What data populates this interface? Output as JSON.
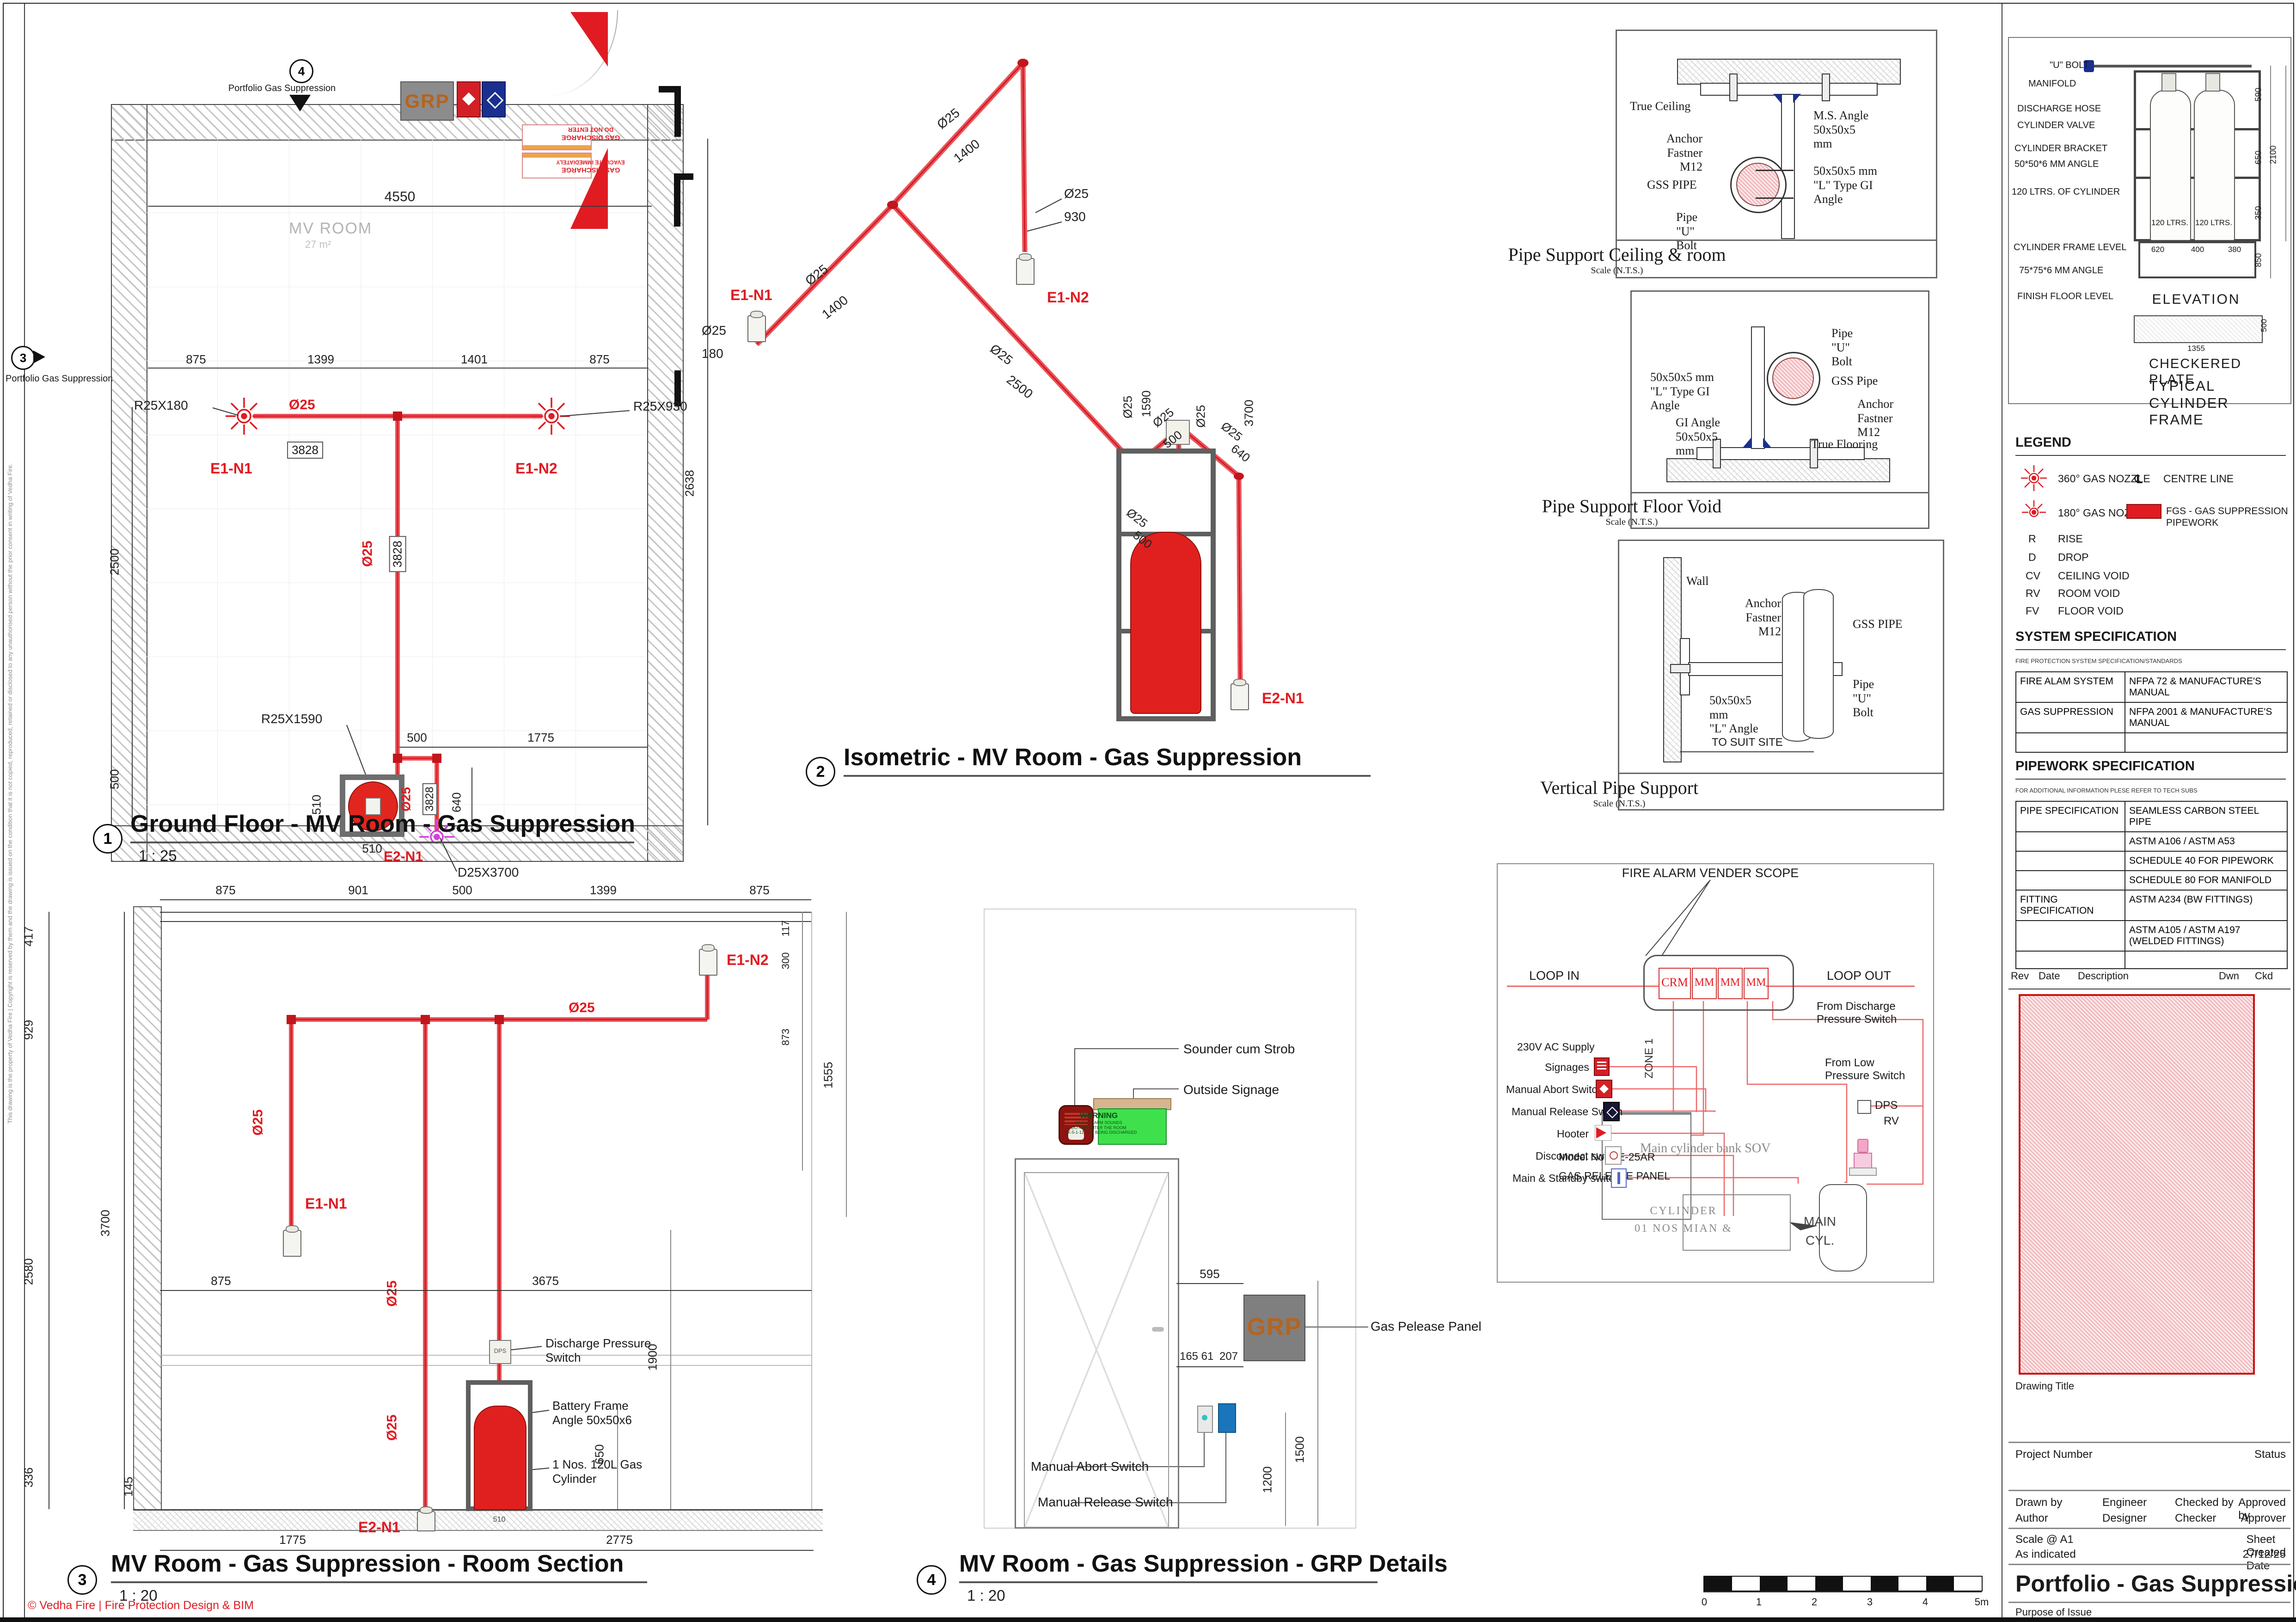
{
  "colors": {
    "pipe_red": "#e01b22",
    "magenta": "#d63de0",
    "frame_gray": "#6e6e6e",
    "grp_gray": "#7f7f7f",
    "grp_text": "#b4641e",
    "signage_green": "#3ee14b",
    "signage_tan": "#d7b58f",
    "navy": "#1b2f8f",
    "rev_hatch": "#cc1111"
  },
  "common": {
    "o25": "Ø25",
    "d3828": "3828",
    "scale_nts": "Scale (N.T.S.)"
  },
  "sheet": {
    "footer": "© Vedha Fire | Fire Protection Design & BIM",
    "side_note": "This drawing is the property of Vedha Fire | Copyright is reserved by them and the drawing is issued on the condition that it is not copied, reproduced, retained or disclosed to any unauthorised person without the prior consent in writing of Vedha Fire.",
    "marker3_num": "3",
    "marker4_num": "4",
    "marker_label": "Portfolio  Gas Suppression"
  },
  "plan": {
    "num": "1",
    "title": "Ground Floor - MV Room - Gas Suppression",
    "scale": "1 : 25",
    "room": "MV ROOM",
    "area": "27 m²",
    "grp": "GRP",
    "warn1a": "GAS DISCHARGE",
    "warn1b": "DO NOT ENTER",
    "warn2a": "GAS DISCHARGE",
    "warn2b": "EVACUATE IMMEDIATELY",
    "dim_top": "4550",
    "dim_right": "2638",
    "row": [
      "875",
      "1399",
      "1401",
      "875"
    ],
    "left1": "2500",
    "left2": "500",
    "mid1": "500",
    "mid2": "1775",
    "s510a": "510",
    "s510b": "510",
    "d640": "640",
    "r180": "R25X180",
    "r930": "R25X930",
    "r1590": "R25X1590",
    "d3700": "D25X3700",
    "e1n1": "E1-N1",
    "e1n2": "E1-N2",
    "e2n1": "E2-N1"
  },
  "iso": {
    "num": "2",
    "title": "Isometric - MV Room - Gas Suppression",
    "e1n1": "E1-N1",
    "e1n2": "E1-N2",
    "e2n1": "E2-N1",
    "d180": "180",
    "d930": "930",
    "d1400": "1400",
    "d2500": "2500",
    "d500": "500",
    "d640": "640",
    "d1590": "1590",
    "d3700": "3700"
  },
  "section": {
    "num": "3",
    "title": "MV Room - Gas Suppression - Room Section",
    "scale": "1 : 20",
    "top": [
      "875",
      "901",
      "500",
      "1399",
      "875"
    ],
    "left": [
      "417",
      "929",
      "3700",
      "2580",
      "336",
      "145"
    ],
    "right": [
      "117",
      "300",
      "873",
      "1555"
    ],
    "r1900": "1900",
    "r650": "650",
    "mid875": "875",
    "mid3675": "3675",
    "b1775": "1775",
    "b2775": "2775",
    "e1n1": "E1-N1",
    "e1n2": "E1-N2",
    "e2n1": "E2-N1",
    "dps": "DPS",
    "dps_label": "Discharge Pressure\nSwitch",
    "battery": "Battery Frame\nAngle 50x50x6",
    "cyl": "1 Nos. 120L Gas\nCylinder",
    "s510": "510"
  },
  "grp": {
    "num": "4",
    "title": "MV Room - Gas Suppression - GRP Details",
    "scale": "1 : 20",
    "sounder": "Sounder cum Strob",
    "signage": "Outside Signage",
    "warning": "WARNING",
    "w1": "WHEN ALARM SOUNDS",
    "w2": "DO NOT ENTER THE ROOM",
    "w3": "FK-5-1-12 GAS BEING DISCHARGED",
    "grp": "GRP",
    "panel": "Gas Pelease Panel",
    "abort": "Manual Abort Switch",
    "release": "Manual Release Switch",
    "d595": "595",
    "d165": "165",
    "d61": "61",
    "d207": "207",
    "d1200": "1200",
    "d1500": "1500"
  },
  "vendor": {
    "title": "FIRE ALARM VENDER SCOPE",
    "loop_in": "LOOP IN",
    "loop_out": "LOOP OUT",
    "zone": "ZONE 1",
    "modules": [
      "CRM",
      "MM",
      "MM",
      "MM"
    ],
    "from_discharge": "From Discharge\nPressure Switch",
    "from_low": "From Low\nPressure Switch",
    "rv": "RV",
    "dps": "DPS",
    "panel1": "Model No. RE-25AR",
    "panel2": "GAS RELEASE PANEL",
    "items": [
      "230V AC Supply",
      "Signages",
      "Manual Abort Switch",
      "Manual Release Switch",
      "Hooter",
      "Disconnect switch",
      "Main & Standby switch"
    ],
    "sov": "Main cylinder bank SOV",
    "callout1": "CYLINDER",
    "callout2": "01 NOS MIAN &",
    "main1": "MAIN",
    "main2": "CYL."
  },
  "det_ceiling": {
    "title": "Pipe Support Ceiling & room",
    "true_ceiling": "True Ceiling",
    "anchor": "Anchor\nFastner\nM12",
    "gss": "GSS PIPE",
    "ubolt": "Pipe\n\"U\"\nBolt",
    "ms_angle": "M.S. Angle\n50x50x5\nmm",
    "l_angle": "50x50x5 mm\n\"L\" Type GI\nAngle"
  },
  "det_floor": {
    "title": "Pipe Support Floor Void",
    "ubolt": "Pipe\n\"U\"\nBolt",
    "gss": "GSS Pipe",
    "l_angle": "50x50x5 mm\n\"L\" Type GI\nAngle",
    "gi_angle": "GI Angle\n50x50x5\nmm",
    "anchor": "Anchor\nFastner\nM12",
    "true_floor": "True Flooring"
  },
  "det_vert": {
    "title": "Vertical Pipe Support",
    "wall": "Wall",
    "anchor": "Anchor\nFastner\nM12",
    "gss": "GSS PIPE",
    "ubolt": "Pipe\n\"U\"\nBolt",
    "l_angle": "50x50x5\nmm\n\"L\" Angle",
    "suit": "TO SUIT SITE"
  },
  "frame": {
    "labels": [
      "\"U\" BOLT",
      "MANIFOLD",
      "DISCHARGE HOSE",
      "CYLINDER VALVE",
      "CYLINDER BRACKET",
      "50*50*6 MM ANGLE",
      "120 LTRS. OF CYLINDER",
      "CYLINDER FRAME LEVEL",
      "75*75*6 MM ANGLE",
      "FINISH FLOOR LEVEL"
    ],
    "ltr": "120 LTRS.",
    "d590": "590",
    "d650": "650",
    "d350": "350",
    "d2100": "2100",
    "d850": "850",
    "d620": "620",
    "d400": "400",
    "d380": "380",
    "d500": "500",
    "d1355": "1355",
    "elevation": "ELEVATION",
    "checkered": "CHECKERED PLATE",
    "caption": "TYPICAL CYLINDER FRAME"
  },
  "legend": {
    "title": "LEGEND",
    "n360": "360° GAS NOZZLE",
    "n180": "180° GAS NOZZLE",
    "r": "R",
    "rise": "RISE",
    "d": "D",
    "drop": "DROP",
    "cv": "CV",
    "ceiling_void": "CEILING VOID",
    "rv": "RV",
    "room_void": "ROOM VOID",
    "fv": "FV",
    "floor_void": "FLOOR VOID",
    "cl_sym": "℄",
    "centre": "CENTRE LINE",
    "fgs": "FGS - GAS SUPPRESSION PIPEWORK"
  },
  "sysspec": {
    "title": "SYSTEM SPECIFICATION",
    "caption": "FIRE PROTECTION SYSTEM SPECIFICATION/STANDARDS",
    "rows": [
      [
        "FIRE ALAM SYSTEM",
        "NFPA 72 & MANUFACTURE'S MANUAL"
      ],
      [
        "GAS SUPPRESSION",
        "NFPA 2001 & MANUFACTURE'S MANUAL"
      ],
      [
        "",
        ""
      ]
    ]
  },
  "pipespec": {
    "title": "PIPEWORK SPECIFICATION",
    "caption": "FOR ADDITIONAL INFORMATION PLESE REFER TO TECH SUBS",
    "rows": [
      [
        "PIPE SPECIFICATION",
        "SEAMLESS CARBON STEEL PIPE"
      ],
      [
        "",
        "ASTM A106 / ASTM A53"
      ],
      [
        "",
        "SCHEDULE 40 FOR PIPEWORK"
      ],
      [
        "",
        "SCHEDULE 80 FOR MANIFOLD"
      ],
      [
        "FITTING SPECIFICATION",
        "ASTM A234 (BW FITTINGS)"
      ],
      [
        "",
        "ASTM A105 / ASTM A197 (WELDED FITTINGS)"
      ],
      [
        "",
        ""
      ]
    ]
  },
  "rev": {
    "rev": "Rev",
    "date": "Date",
    "desc": "Description",
    "dwn": "Dwn",
    "ckd": "Ckd",
    "drawing_title": "Drawing Title"
  },
  "tb": {
    "project": "Project Number",
    "status": "Status",
    "drawn": "Drawn by",
    "author": "Author",
    "engineer": "Engineer",
    "designer": "Designer",
    "checked": "Checked by",
    "checker": "Checker",
    "approved": "Approved by",
    "approver": "Approver",
    "scale": "Scale @ A1",
    "as_ind": "As indicated",
    "created": "Sheet Created Date",
    "date": "27/12/25",
    "title": "Portfolio - Gas Suppression",
    "purpose": "Purpose of Issue"
  },
  "scalebar": [
    "0",
    "1",
    "2",
    "3",
    "4",
    "5m"
  ]
}
